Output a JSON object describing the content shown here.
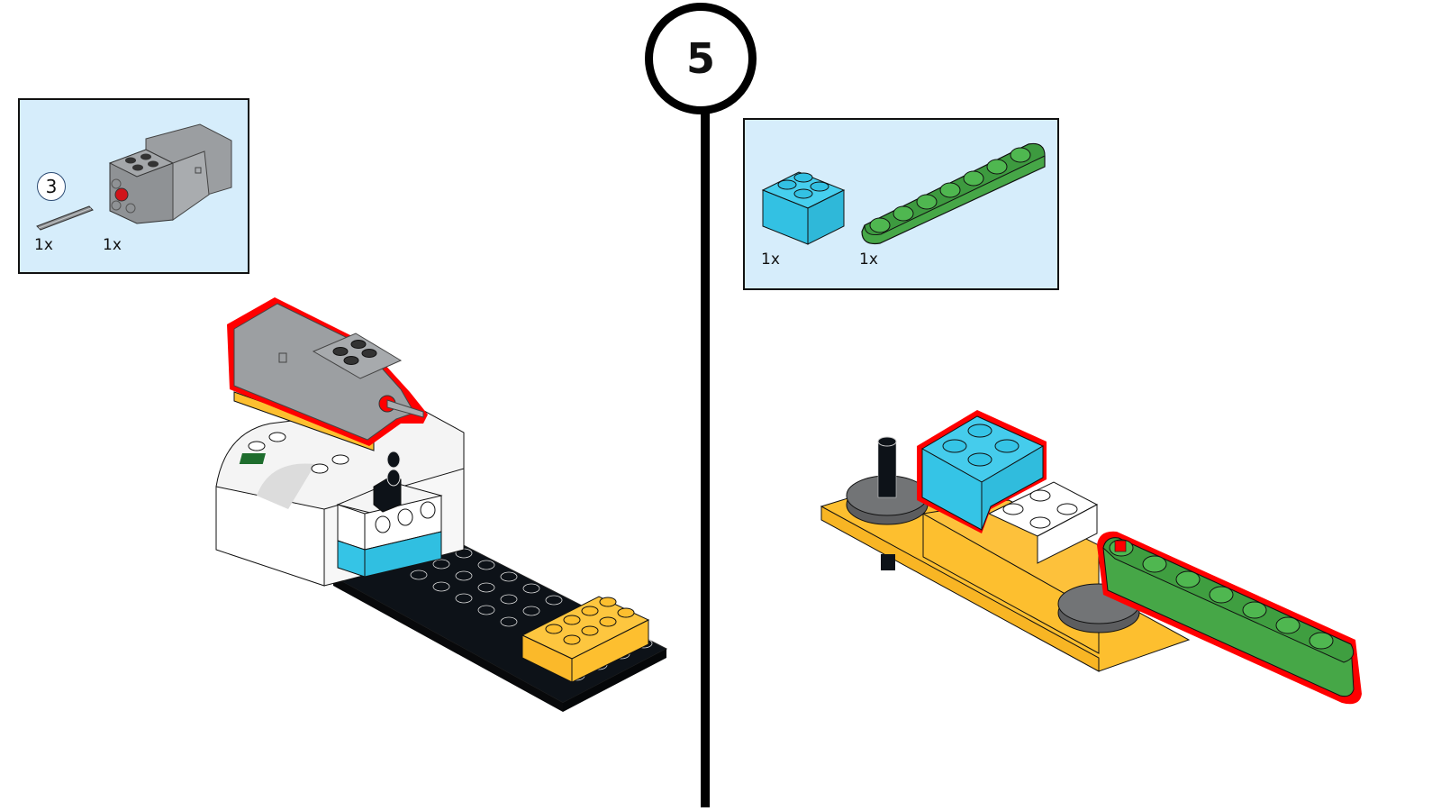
{
  "step": {
    "number": "5"
  },
  "left": {
    "parts_list": {
      "callout": "3",
      "items": [
        {
          "name": "axle",
          "icon": "axle-icon",
          "quantity": "1x",
          "color": "#8a8d90"
        },
        {
          "name": "medium-motor",
          "icon": "motor-icon",
          "quantity": "1x",
          "color": "#8f9295"
        }
      ]
    },
    "model": {
      "name": "motor-base-assembly",
      "highlight_color": "#ff0000"
    }
  },
  "right": {
    "parts_list": {
      "items": [
        {
          "name": "brick-2x2",
          "icon": "brick-2x2-icon",
          "quantity": "1x",
          "color": "#35c4e6"
        },
        {
          "name": "beam-7",
          "icon": "beam-icon",
          "quantity": "1x",
          "color": "#46a747"
        }
      ]
    },
    "model": {
      "name": "arm-assembly",
      "highlight_color": "#ff0000"
    }
  },
  "colors": {
    "parts_background": "#d6edfb",
    "yellow": "#fdbf2f",
    "azure": "#35c4e6",
    "green": "#46a747",
    "black": "#0d1218",
    "white": "#ffffff",
    "grey": "#8f9295",
    "dark_grey": "#5c5d5f"
  }
}
